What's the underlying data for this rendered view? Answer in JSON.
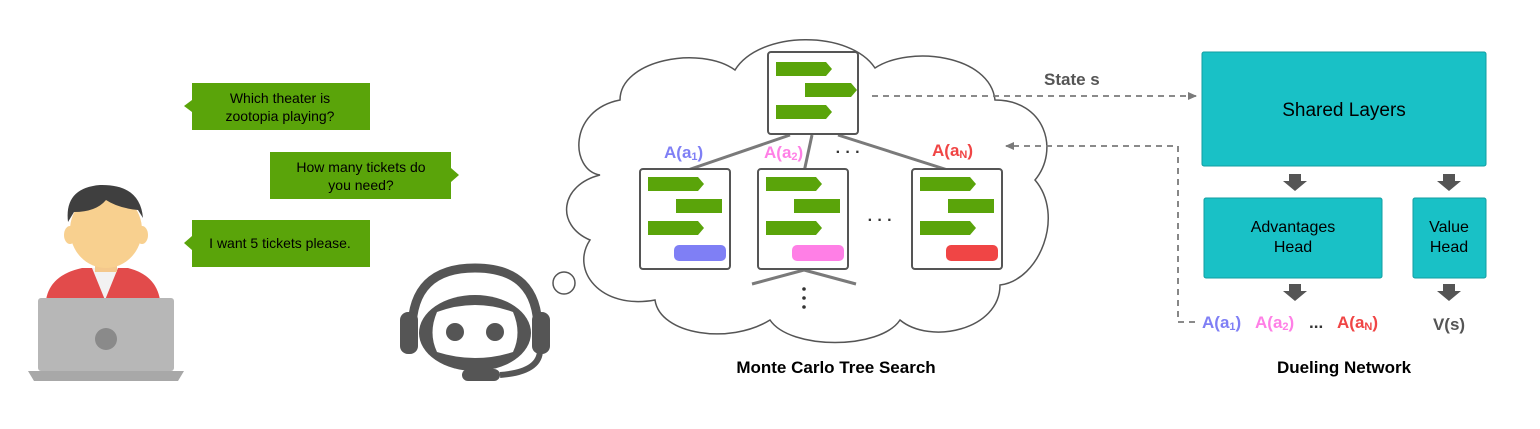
{
  "colors": {
    "bubble_green": "#5aa40a",
    "teal_box": "#19c1c6",
    "teal_border": "#119ea2",
    "arrow_gray": "#555555",
    "dash_gray": "#7a7a7a",
    "action1_color": "#7f7ff5",
    "action2_color": "#ff7fe6",
    "actionN_color": "#f04545",
    "robot_gray": "#555555"
  },
  "dialogue": {
    "utterances": [
      {
        "line1": "Which theater is",
        "line2": "zootopia playing?"
      },
      {
        "line1": "How many tickets do",
        "line2": "you need?"
      },
      {
        "line1": "I want 5 tickets please.",
        "line2": ""
      }
    ]
  },
  "mcts": {
    "action_labels": {
      "a1": {
        "base": "A(a",
        "sub": "1",
        "close": ")"
      },
      "a2": {
        "base": "A(a",
        "sub": "2",
        "close": ")"
      },
      "aN": {
        "base": "A(a",
        "sub": "N",
        "close": ")"
      }
    },
    "ellipsis": "· · ·",
    "caption": "Monte Carlo Tree Search"
  },
  "network": {
    "state_label": "State s",
    "shared_layers": "Shared Layers",
    "advantages_head": {
      "line1": "Advantages",
      "line2": "Head"
    },
    "value_head": {
      "line1": "Value",
      "line2": "Head"
    },
    "outputs": {
      "a1": {
        "base": "A(a",
        "sub": "1",
        "close": ")"
      },
      "a2": {
        "base": "A(a",
        "sub": "2",
        "close": ")"
      },
      "ellipsis": "...",
      "aN": {
        "base": "A(a",
        "sub": "N",
        "close": ")"
      },
      "value": "V(s)"
    },
    "caption": "Dueling Network"
  }
}
